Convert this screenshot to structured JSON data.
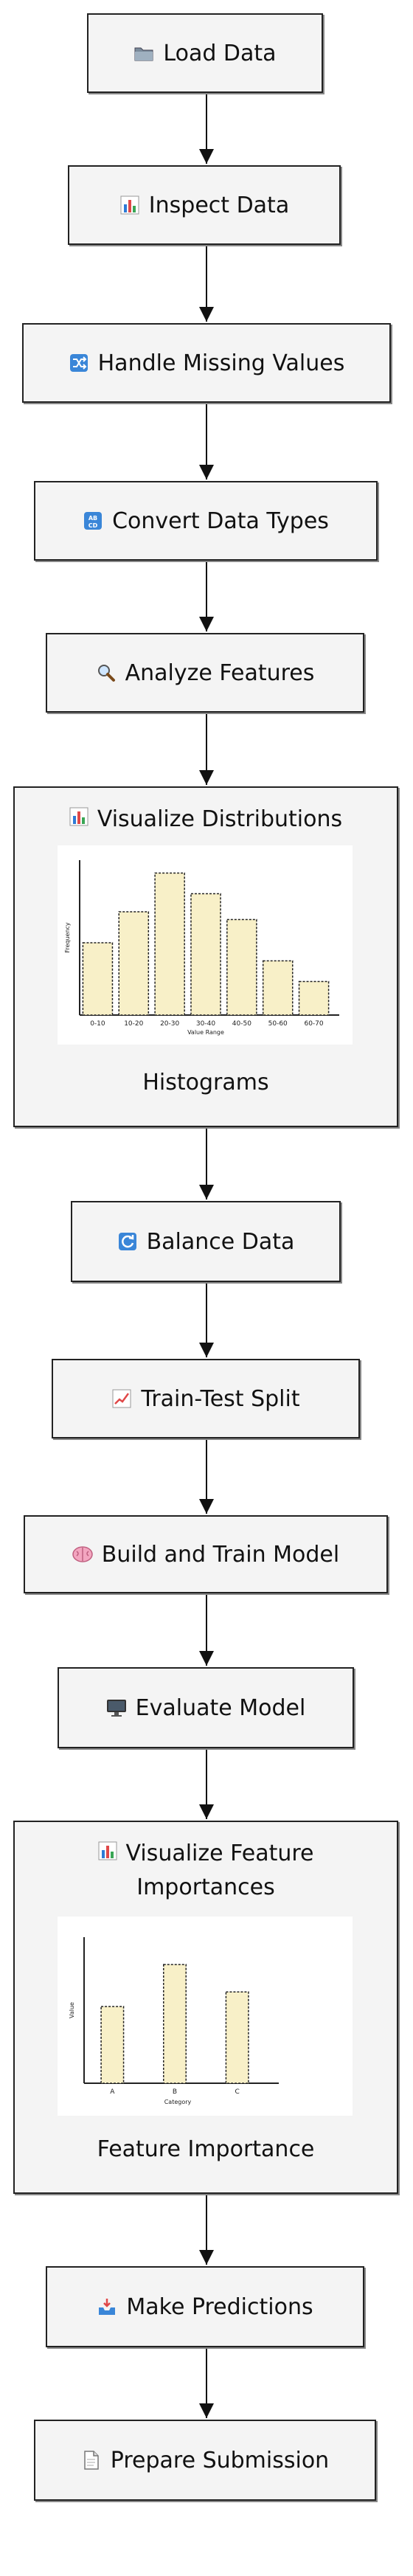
{
  "nodes": {
    "load": {
      "label": "Load Data",
      "icon": "folder-icon"
    },
    "inspect": {
      "label": "Inspect Data",
      "icon": "bar-chart-icon"
    },
    "missing": {
      "label": "Handle Missing Values",
      "icon": "shuffle-icon"
    },
    "convert": {
      "label": "Convert Data Types",
      "icon": "abc-icon"
    },
    "analyze": {
      "label": "Analyze Features",
      "icon": "magnifier-icon"
    },
    "visualize": {
      "label": "Visualize Distributions",
      "icon": "bar-chart-icon",
      "caption": "Histograms"
    },
    "balance": {
      "label": "Balance Data",
      "icon": "refresh-icon"
    },
    "split": {
      "label": "Train-Test Split",
      "icon": "trend-chart-icon"
    },
    "train": {
      "label": "Build and Train Model",
      "icon": "brain-icon"
    },
    "evaluate": {
      "label": "Evaluate Model",
      "icon": "monitor-icon"
    },
    "importance": {
      "label_line1": "Visualize Feature",
      "label_line2": "Importances",
      "icon": "bar-chart-icon",
      "caption": "Feature Importance"
    },
    "predict": {
      "label": "Make Predictions",
      "icon": "inbox-icon"
    },
    "submit": {
      "label": "Prepare Submission",
      "icon": "document-icon"
    }
  },
  "chart_data": [
    {
      "type": "bar",
      "categories": [
        "0-10",
        "10-20",
        "20-30",
        "30-40",
        "40-50",
        "50-60",
        "60-70"
      ],
      "values": [
        28,
        40,
        55,
        47,
        37,
        21,
        13
      ],
      "xlabel": "Value Range",
      "ylabel": "Frequency",
      "ylim": [
        0,
        60
      ],
      "bar_color": "#f8f0c8"
    },
    {
      "type": "bar",
      "categories": [
        "A",
        "B",
        "C"
      ],
      "values": [
        42,
        65,
        50
      ],
      "xlabel": "Category",
      "ylabel": "Value",
      "ylim": [
        0,
        80
      ],
      "bar_color": "#f8f0c8"
    }
  ]
}
